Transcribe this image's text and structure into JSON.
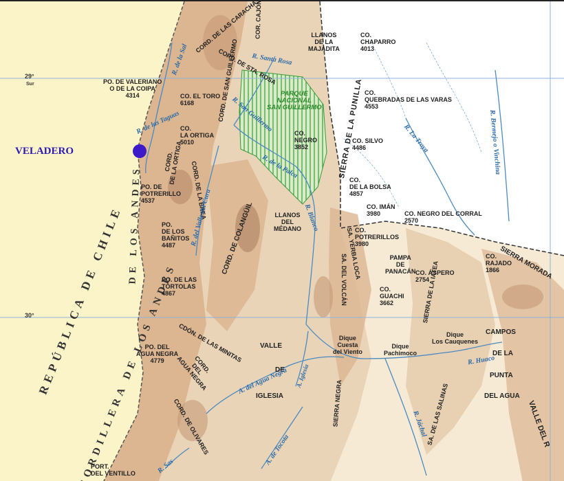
{
  "map": {
    "colors": {
      "chile": "#fbf4c8",
      "argentina": "#f6ead5",
      "range": "#dcb591",
      "peak": "#b58a6a",
      "park": "#3a9a3a",
      "river": "#4b8ac0",
      "grid": "#8fb3d8",
      "marker": "#3d1ac8",
      "marker_label": "#2c1ab0"
    },
    "marker_label": "VELADERO",
    "latitudes": [
      {
        "label": "29°",
        "sub": "Sur"
      },
      {
        "label": "30°",
        "sub": ""
      }
    ],
    "big_labels": [
      "REPÚBLICA DE CHILE",
      "CORDILLERA DE LOS ANDES",
      "DE LOS ANDES"
    ],
    "park_label": "PARQUE\nNACIONAL\nSAN GUILLERMO",
    "peaks": [
      "CO.\nCHAPARRO\n4013",
      "PO. DE VALERIANO\nO DE LA COIPA\n4314",
      "CO. EL TORO\n6168",
      "CO.\nQUEBRADAS DE LAS VARAS\n4553",
      "CO.\nLA ORTIGA\n5010",
      "CO.\nNEGRO\n3852",
      "CO. SILVO\n4486",
      "CO.\nDE LA BOLSA\n4857",
      "PO. DE\nPOTRERILLO\n4537",
      "CO. IMÁN\n3980",
      "CO. NEGRO DEL CORRAL\n2570",
      "CO.\nPOTRERILLOS\n3980",
      "PO.\nDE LOS\nBAÑITOS\n4487",
      "PO. DE LAS\nTÓRTOLAS\n4867",
      "CO. ÁSPERO\n2754",
      "CO.\nGUACHI\n3662",
      "CO.\nRAJADO\n1866",
      "PO. DEL\nAGUA NEGRA\n4779"
    ],
    "places": [
      "LLANOS\nDE LA\nMAJADITA",
      "LLANOS\nDEL\nMÉDANO",
      "PAMPA\nDE\nPANACÁN",
      "VALLE",
      "DE",
      "IGLESIA",
      "Dique\nCuesta\ndel Viento",
      "Dique\nPachimoco",
      "Dique\nLos Cauquenes",
      "CAMPOS",
      "DE LA",
      "PUNTA",
      "DEL AGUA",
      "PORT.\nDEL VENTILLO"
    ],
    "ranges": [
      "CORD. DE LAS CARACHAS",
      "CORD. DE SAN GUILLERMO",
      "CORD. DE STA. ROSA",
      "CORD.\nDE LA ORTIGA",
      "CORD. DE LA BREA",
      "CORD. DE COLANGÜIL",
      "SIERRA DE LA PUNILLA",
      "SA. YERBA LOCA",
      "SA. DEL VOLCÁN",
      "SIERRA DE LA IATEA",
      "SIERRA MORADA",
      "CDÓN. DE LAS MINITAS",
      "CORD.\nDEL\nAGUA NEGRA",
      "CORD. DE OLIVARES",
      "SIERRA NEGRA",
      "SA. DE LAS SALINAS",
      "VALLE DEL R",
      "COR. CAJÓN DE"
    ],
    "rivers": [
      "R. de la Sal",
      "R. Santa Rosa",
      "R. de las Taguas",
      "R. San Guillermo",
      "R. de la Palca",
      "R. Blanco",
      "R. del Valle del Cura",
      "R. La Troya",
      "R. Bermejo o Vinchina",
      "A. del Agua Negra",
      "A. Iglesia",
      "A. de Tocota",
      "R. Huaco",
      "R. Jáchal",
      "R. Sas"
    ]
  }
}
